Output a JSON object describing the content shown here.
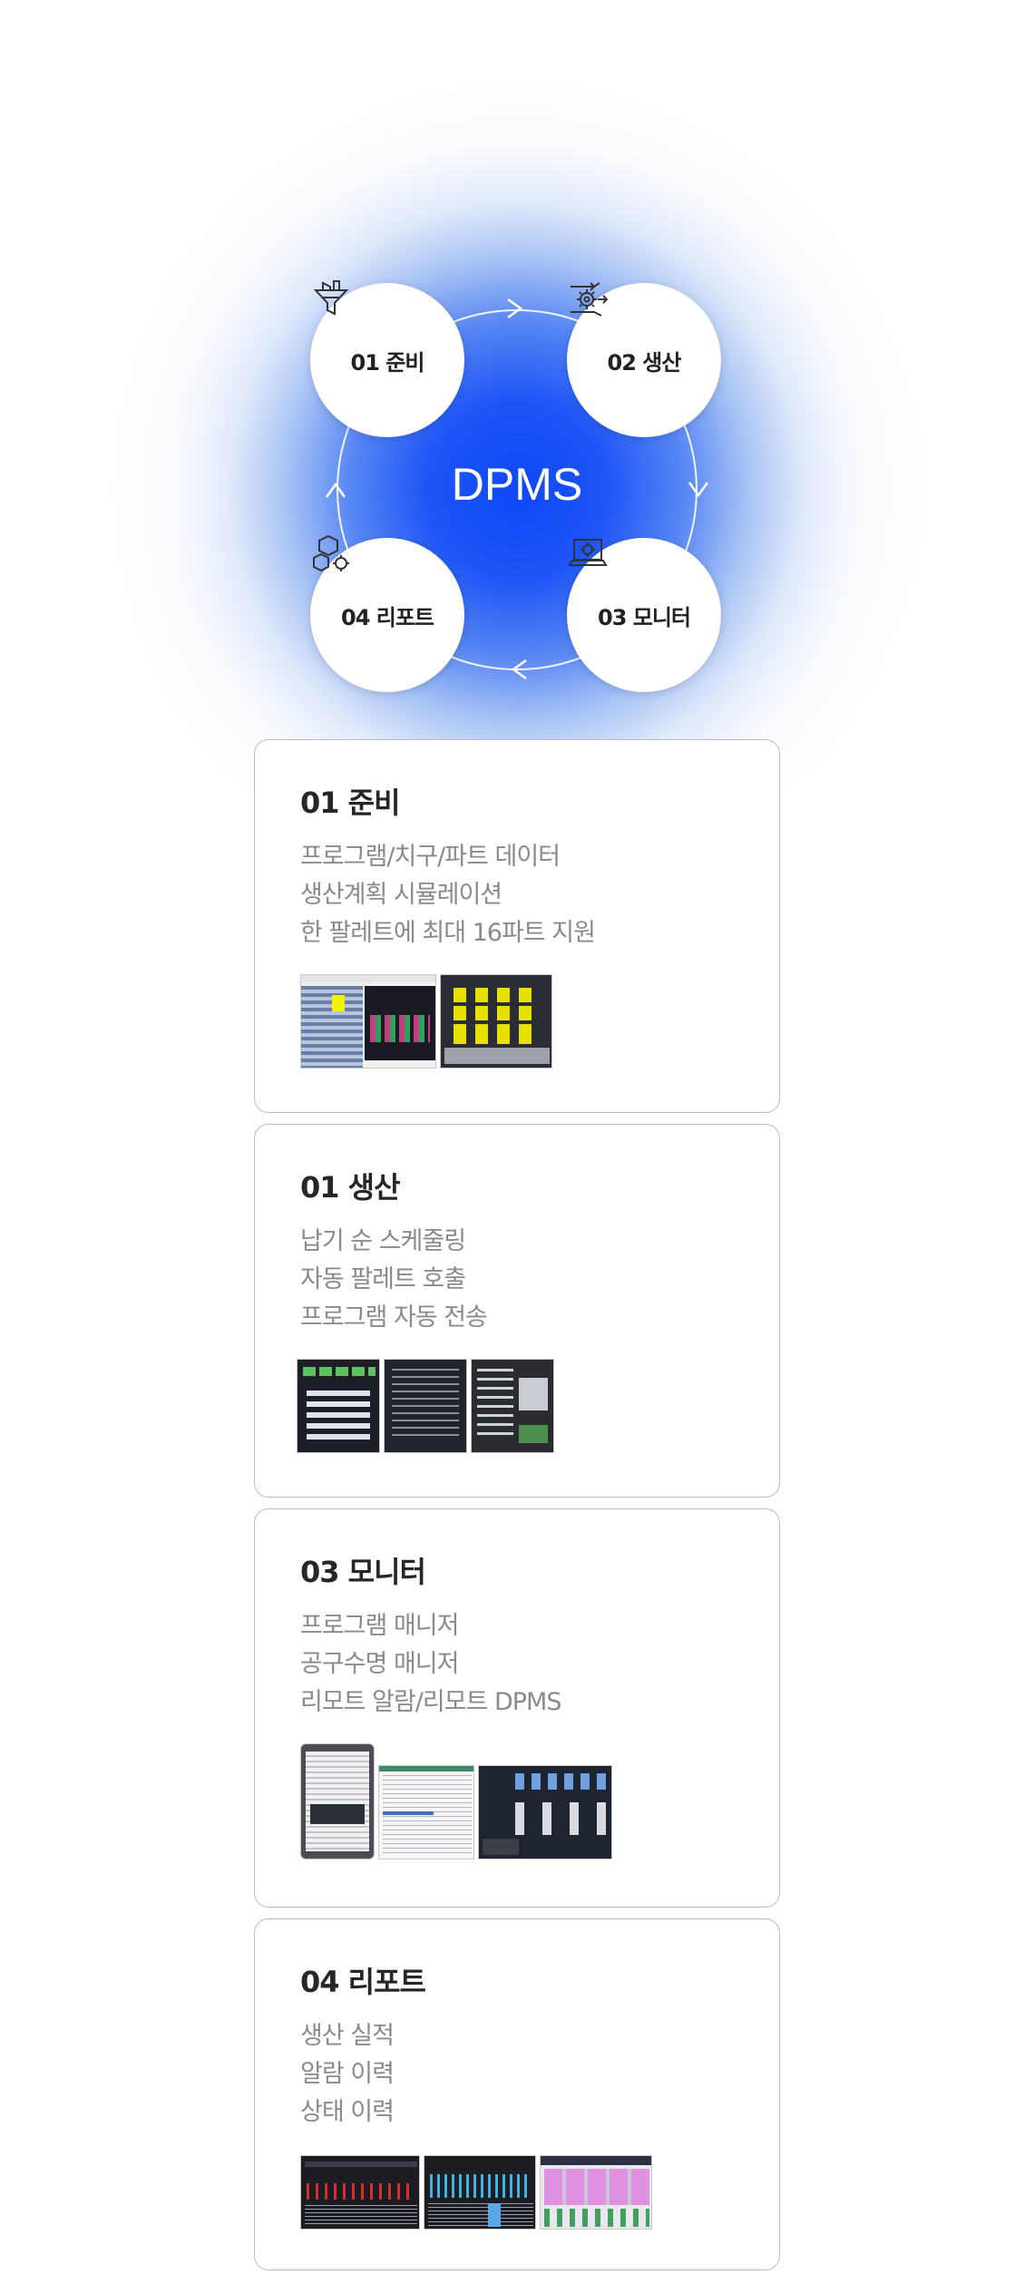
{
  "diagram": {
    "center": "DPMS",
    "nodes": [
      {
        "label": "01 준비",
        "icon": "funnel-icon"
      },
      {
        "label": "02 생산",
        "icon": "gear-flow-icon"
      },
      {
        "label": "03 모니터",
        "icon": "laptop-gear-icon"
      },
      {
        "label": "04 리포트",
        "icon": "boxes-gear-icon"
      }
    ]
  },
  "cards": [
    {
      "title": "01 준비",
      "items": [
        "프로그램/치구/파트 데이터",
        "생산계획 시뮬레이션",
        "한 팔레트에 최대 16파트 지원"
      ]
    },
    {
      "title": "01 생산",
      "items": [
        "납기 순 스케줄링",
        "자동 팔레트 호출",
        "프로그램 자동 전송"
      ]
    },
    {
      "title": "03 모니터",
      "items": [
        "프로그램 매니저",
        "공구수명 매니저",
        "리모트 알람/리모트 DPMS"
      ]
    },
    {
      "title": "04 리포트",
      "items": [
        "생산 실적",
        "알람 이력",
        "상태 이력"
      ]
    }
  ],
  "colors": {
    "glow": "#1048f8",
    "title": "#262626",
    "text": "#8a8a8a",
    "border": "#b9bcc6"
  }
}
